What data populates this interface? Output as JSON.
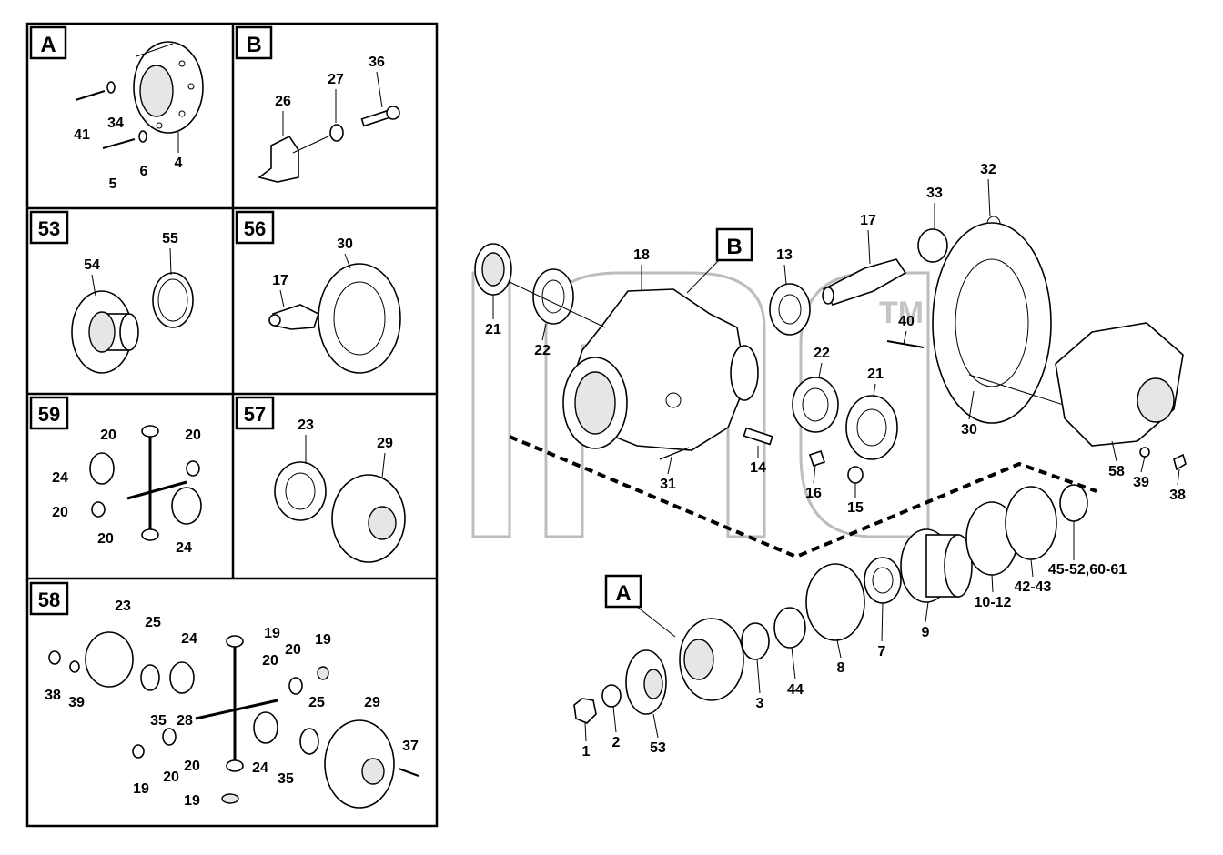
{
  "watermark": {
    "mark": "TM"
  },
  "panels": {
    "A": {
      "tag": "A",
      "callouts": [
        "41",
        "34",
        "5",
        "6",
        "4"
      ]
    },
    "B": {
      "tag": "B",
      "callouts": [
        "26",
        "27",
        "36"
      ]
    },
    "p53": {
      "tag": "53",
      "callouts": [
        "54",
        "55"
      ]
    },
    "p56": {
      "tag": "56",
      "callouts": [
        "17",
        "30"
      ]
    },
    "p59": {
      "tag": "59",
      "callouts": [
        "20",
        "20",
        "24",
        "20",
        "20",
        "24"
      ]
    },
    "p57": {
      "tag": "57",
      "callouts": [
        "23",
        "29"
      ]
    },
    "p58": {
      "tag": "58",
      "callouts": [
        "23",
        "25",
        "24",
        "19",
        "20",
        "20",
        "19",
        "38",
        "39",
        "35",
        "28",
        "25",
        "29",
        "37",
        "19",
        "20",
        "20",
        "24",
        "35",
        "19"
      ]
    }
  },
  "main": {
    "tags": {
      "B": "B",
      "A": "A"
    },
    "callouts": {
      "c21a": "21",
      "c22a": "22",
      "c18": "18",
      "c13": "13",
      "c17": "17",
      "c33": "33",
      "c32": "32",
      "c40": "40",
      "c22b": "22",
      "c21b": "21",
      "c30": "30",
      "c31": "31",
      "c14": "14",
      "c16": "16",
      "c15": "15",
      "c58": "58",
      "c39": "39",
      "c38": "38",
      "c1": "1",
      "c2": "2",
      "c53": "53",
      "c3": "3",
      "c44": "44",
      "c8": "8",
      "c7": "7",
      "c9": "9",
      "c1012": "10-12",
      "c4243": "42-43",
      "c4552": "45-52,60-61"
    }
  }
}
